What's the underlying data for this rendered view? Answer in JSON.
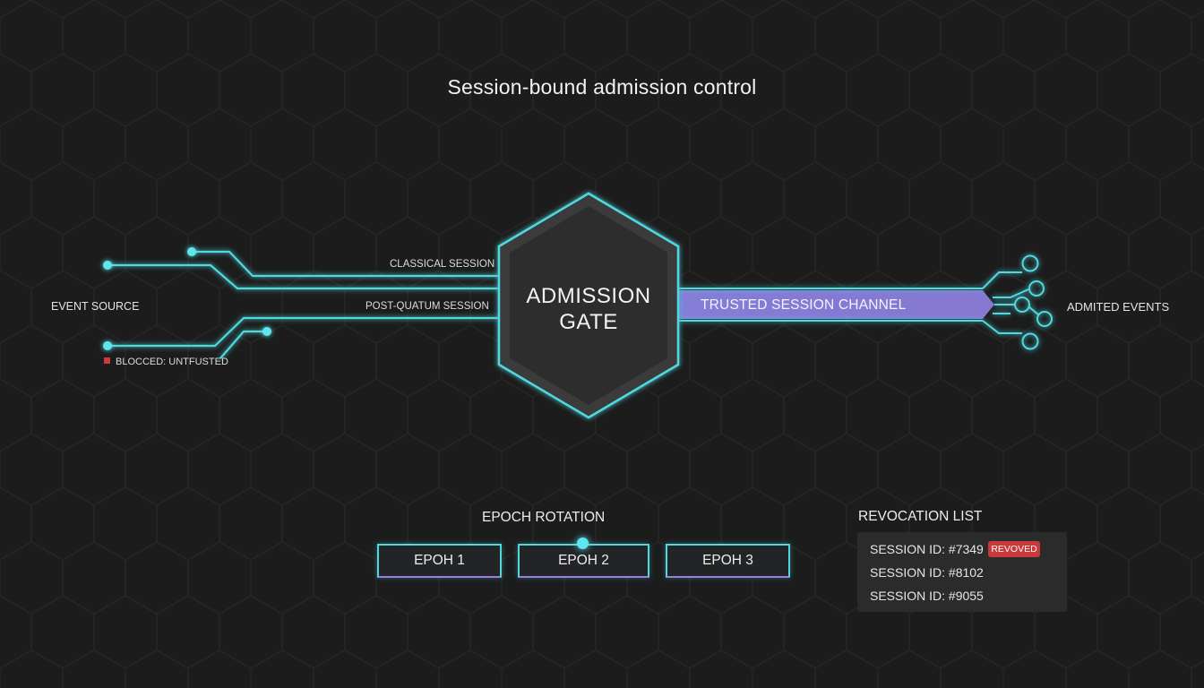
{
  "title": "Session-bound admission control",
  "inputs": {
    "event_source": "EVENT SOURCE",
    "classical": "CLASSICAL SESSION",
    "post_quantum": "POST-QUATUM SESSION",
    "blocked": "BLOCCED: UNTFUSTED"
  },
  "gate": {
    "line1": "ADMISSION",
    "line2": "GATE"
  },
  "channel": {
    "label": "TRUSTED SESSION CHANNEL"
  },
  "output": {
    "label": "ADMITED EVENTS"
  },
  "epoch": {
    "title": "EPOCH ROTATION",
    "items": [
      "EPOH 1",
      "EPOH 2",
      "EPOH 3"
    ],
    "active_index": 1
  },
  "revocation": {
    "title": "REVOCATION LIST",
    "rows": [
      "SESSION ID: #7349",
      "SESSION ID: #8102",
      "SESSION ID: #9055"
    ],
    "badge": "REVOVED"
  },
  "colors": {
    "background": "#1c1c1c",
    "cyan": "#4fd8e0",
    "purple": "#9b8fe8",
    "blocked_red": "#d0383a"
  }
}
